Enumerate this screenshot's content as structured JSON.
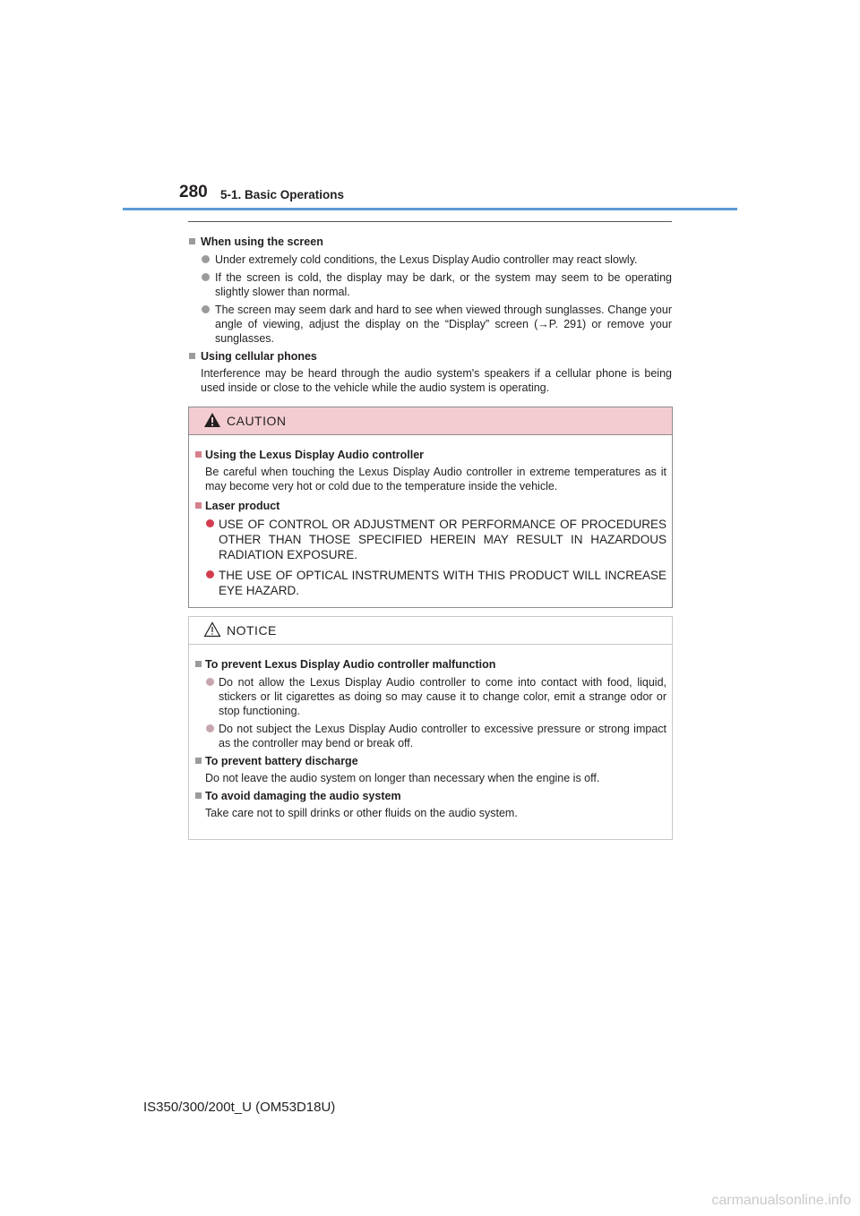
{
  "header": {
    "page_number": "280",
    "section": "5-1. Basic Operations"
  },
  "body": {
    "screen_heading": "When using the screen",
    "screen_bullets": [
      "Under extremely cold conditions, the Lexus Display Audio controller may react slowly.",
      "If the screen is cold, the display may be dark, or the system may seem to be operating slightly slower than normal.",
      "The screen may seem dark and hard to see when viewed through sunglasses. Change your angle of viewing, adjust the display on the “Display” screen (→P. 291) or remove your sunglasses."
    ],
    "phones_heading": "Using cellular phones",
    "phones_text": "Interference may be heard through the audio system's speakers if a cellular phone is being used inside or close to the vehicle while the audio system is operating."
  },
  "caution": {
    "title": "CAUTION",
    "controller_heading": "Using the Lexus Display Audio controller",
    "controller_text": "Be careful when touching the Lexus Display Audio controller in extreme temperatures as it may become very hot or cold due to the temperature inside the vehicle.",
    "laser_heading": "Laser product",
    "laser_bullets": [
      "USE OF CONTROL OR ADJUSTMENT OR PERFORMANCE OF PROCEDURES OTHER THAN THOSE SPECIFIED HEREIN MAY RESULT IN HAZARDOUS RADIATION EXPOSURE.",
      "THE USE OF OPTICAL INSTRUMENTS WITH THIS PRODUCT WILL INCREASE EYE HAZARD."
    ]
  },
  "notice": {
    "title": "NOTICE",
    "malfunction_heading": "To prevent Lexus Display Audio controller malfunction",
    "malfunction_bullets": [
      "Do not allow the Lexus Display Audio controller to come into contact with food, liquid, stickers or lit cigarettes as doing so may cause it to change color, emit a strange odor or stop functioning.",
      "Do not subject the Lexus Display Audio controller to excessive pressure or strong impact as the controller may bend or break off."
    ],
    "battery_heading": "To prevent battery discharge",
    "battery_text": "Do not leave the audio system on longer than necessary when the engine is off.",
    "damage_heading": "To avoid damaging the audio system",
    "damage_text": "Take care not to spill drinks or other fluids on the audio system."
  },
  "footer": {
    "model": "IS350/300/200t_U (OM53D18U)",
    "watermark": "carmanualsonline.info"
  },
  "colors": {
    "header_rule": "#5b9bd5",
    "caution_header_bg": "#f2ccd0",
    "caution_bullet": "#d43c4e"
  }
}
